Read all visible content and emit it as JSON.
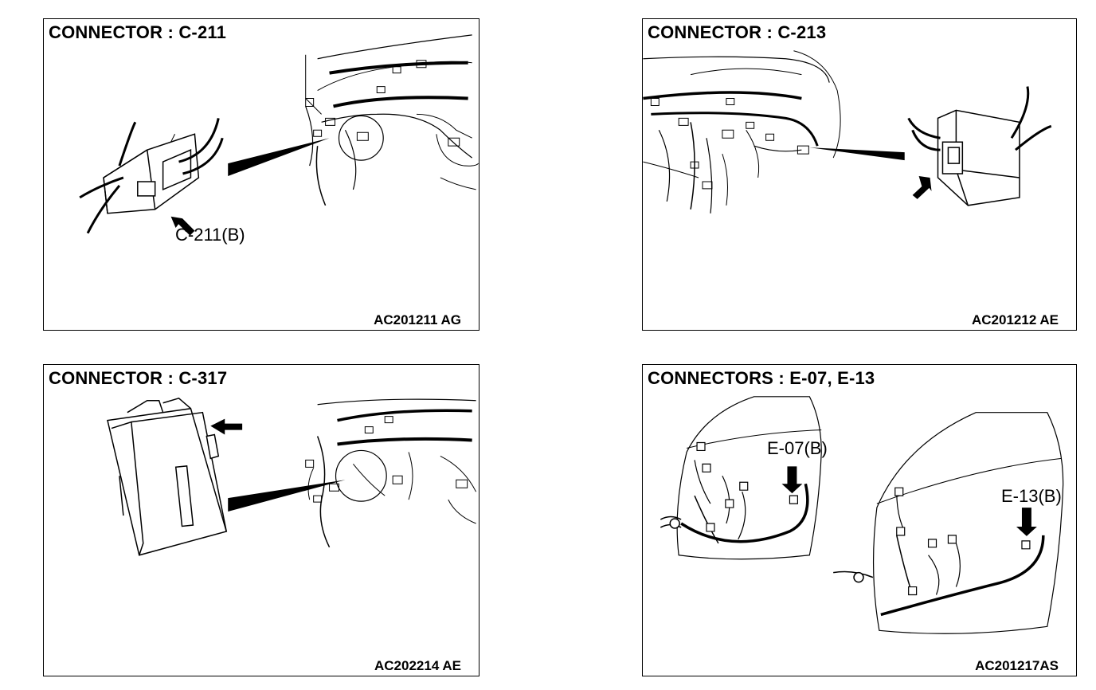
{
  "panels": [
    {
      "title": "CONNECTOR : C-211",
      "code": "AC201211 AG",
      "callouts": [
        "C-211(B)"
      ]
    },
    {
      "title": "CONNECTOR : C-213",
      "code": "AC201212 AE",
      "callouts": []
    },
    {
      "title": "CONNECTOR : C-317",
      "code": "AC202214 AE",
      "callouts": []
    },
    {
      "title": "CONNECTORS : E-07, E-13",
      "code": "AC201217AS",
      "callouts": [
        "E-07(B)",
        "E-13(B)"
      ]
    }
  ],
  "icons": [
    "connector-icon",
    "arrow-icon",
    "wire-harness-icon",
    "control-unit-icon",
    "door-panel-icon"
  ]
}
